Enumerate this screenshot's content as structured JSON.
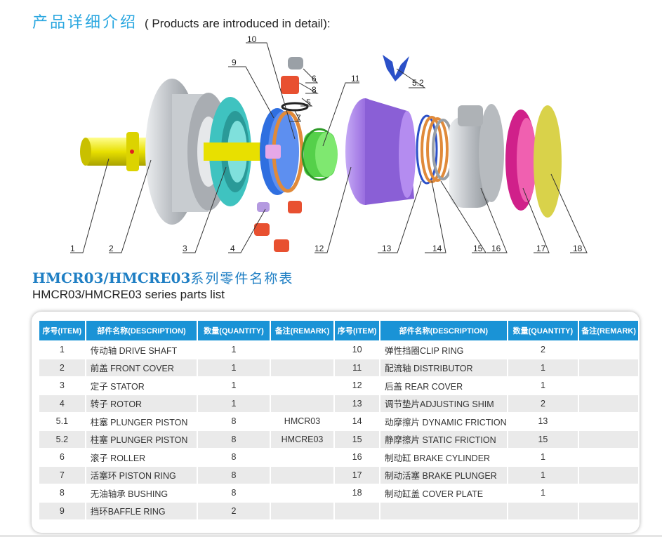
{
  "heading": {
    "cn": "产品详细介绍",
    "en": "( Products are introduced in detail):"
  },
  "figure": {
    "labels": [
      "1",
      "2",
      "3",
      "4",
      "12",
      "13",
      "14",
      "15",
      "16",
      "17",
      "18",
      "10",
      "9",
      "11",
      "6",
      "8",
      "5",
      "7",
      "5.2"
    ]
  },
  "series": {
    "model": "HMCR03/HMCRE03",
    "cn": "系列零件名称表",
    "en": "HMCR03/HMCRE03 series parts list"
  },
  "table": {
    "headers": [
      "序号(ITEM)",
      "部件名称(DESCRIPTION)",
      "数量(QUANTITY)",
      "备注(REMARK)",
      "序号(ITEM)",
      "部件名称(DESCRIPTION)",
      "数量(QUANTITY)",
      "备注(REMARK)"
    ],
    "rows": [
      [
        "1",
        "传动轴 DRIVE SHAFT",
        "1",
        "",
        "10",
        "弹性挡圈CLIP RING",
        "2",
        ""
      ],
      [
        "2",
        "前盖 FRONT COVER",
        "1",
        "",
        "11",
        "配流轴 DISTRIBUTOR",
        "1",
        ""
      ],
      [
        "3",
        "定子 STATOR",
        "1",
        "",
        "12",
        "后盖 REAR COVER",
        "1",
        ""
      ],
      [
        "4",
        "转子 ROTOR",
        "1",
        "",
        "13",
        "调节垫片ADJUSTING SHIM",
        "2",
        ""
      ],
      [
        "5.1",
        "柱塞 PLUNGER PISTON",
        "8",
        "HMCR03",
        "14",
        "动摩擦片 DYNAMIC FRICTION",
        "13",
        ""
      ],
      [
        "5.2",
        "柱塞 PLUNGER PISTON",
        "8",
        "HMCRE03",
        "15",
        "静摩擦片 STATIC FRICTION",
        "15",
        ""
      ],
      [
        "6",
        "滚子 ROLLER",
        "8",
        "",
        "16",
        "制动缸 BRAKE CYLINDER",
        "1",
        ""
      ],
      [
        "7",
        "活塞环 PISTON RING",
        "8",
        "",
        "17",
        "制动活塞 BRAKE PLUNGER",
        "1",
        ""
      ],
      [
        "8",
        "无油轴承 BUSHING",
        "8",
        "",
        "18",
        "制动缸盖 COVER PLATE",
        "1",
        ""
      ],
      [
        "9",
        "挡环BAFFLE RING",
        "2",
        "",
        "",
        "",
        "",
        ""
      ]
    ]
  },
  "colors": {
    "accent_blue": "#1a93d6",
    "heading_blue": "#2aa7e0",
    "shaft_yellow": "#e8e000",
    "cover_gray": "#bfc3c8",
    "stator_teal": "#3fc3c0",
    "rotor_blue": "#2f6fe0",
    "distributor_green": "#55d04a",
    "rear_purple": "#9a6ee0",
    "friction_orange": "#e08a3a",
    "plunger_magenta": "#d0208a",
    "cover_plate_yellow": "#d9d24a",
    "roller_red": "#e85030"
  }
}
